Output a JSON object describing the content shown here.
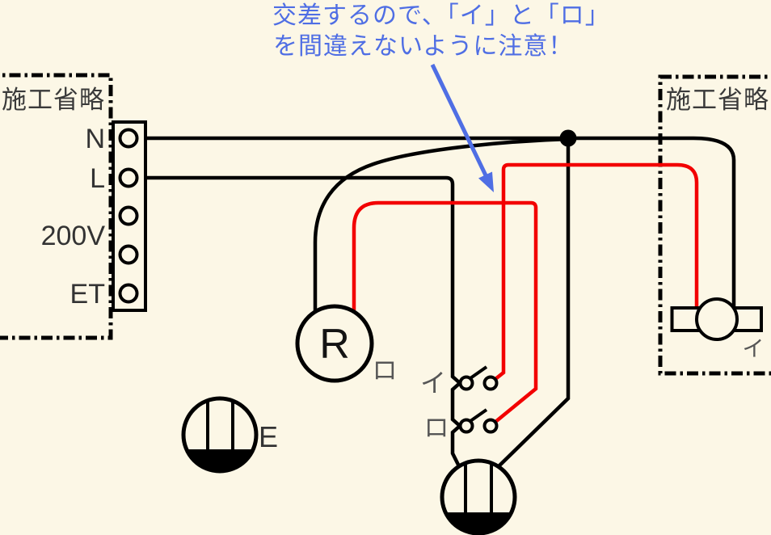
{
  "colors": {
    "background": "#fcf7e6",
    "wire_black": "#000000",
    "wire_red": "#f20000",
    "annotation_blue": "#4f6ee4",
    "label_dark": "#3a3a3a",
    "label_gray": "#565656"
  },
  "annotation": {
    "line1": "交差するので、「イ」と「ロ」",
    "line2": "を間違えないように注意！"
  },
  "left_omission_box": {
    "label": "施工省略"
  },
  "right_omission_box": {
    "label": "施工省略"
  },
  "terminal_block": {
    "labels": {
      "neutral": "N",
      "live": "L",
      "v200": "200V",
      "earth": "ET"
    }
  },
  "switches": {
    "i": {
      "label": "イ"
    },
    "ro": {
      "label": "ロ"
    }
  },
  "devices": {
    "lamp_r": {
      "letter": "R",
      "circuit": "ロ"
    },
    "rosette_e": {
      "label": "E"
    },
    "right_fixture": {
      "circuit": "イ"
    }
  }
}
